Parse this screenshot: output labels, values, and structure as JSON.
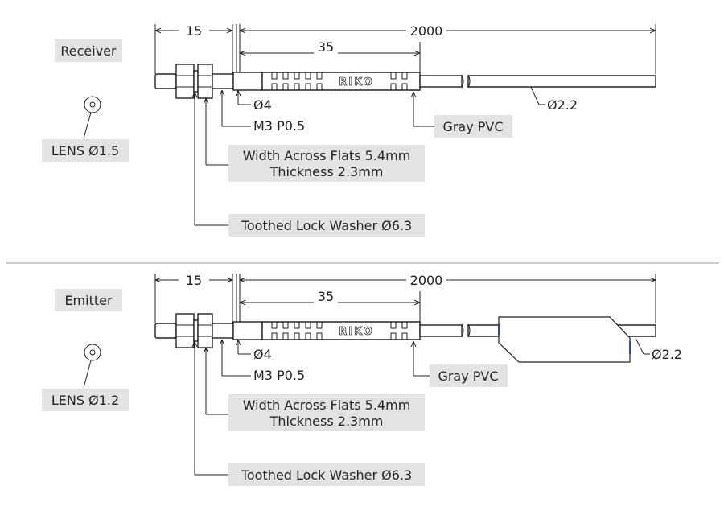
{
  "colors": {
    "label_box": "#e3e3e3",
    "line": "#222222",
    "divider": "#999999",
    "accent": "#3344aa"
  },
  "receiver": {
    "title": "Receiver",
    "dim_15": "15",
    "dim_2000": "2000",
    "dim_35": "35",
    "brand": "RIKO",
    "dia4": "Ø4",
    "dia22": "Ø2.2",
    "thread": "M3   P0.5",
    "cable": "Gray PVC",
    "flats_line1": "Width Across Flats 5.4mm",
    "flats_line2": "Thickness 2.3mm",
    "washer": "Toothed Lock Washer Ø6.3",
    "lens": "LENS Ø1.5"
  },
  "emitter": {
    "title": "Emitter",
    "dim_15": "15",
    "dim_2000": "2000",
    "dim_35": "35",
    "brand": "RIKO",
    "dia4": "Ø4",
    "dia22": "Ø2.2",
    "thread": "M3   P0.5",
    "cable": "Gray PVC",
    "flats_line1": "Width Across Flats 5.4mm",
    "flats_line2": "Thickness 2.3mm",
    "washer": "Toothed Lock Washer Ø6.3",
    "lens": "LENS Ø1.2"
  }
}
